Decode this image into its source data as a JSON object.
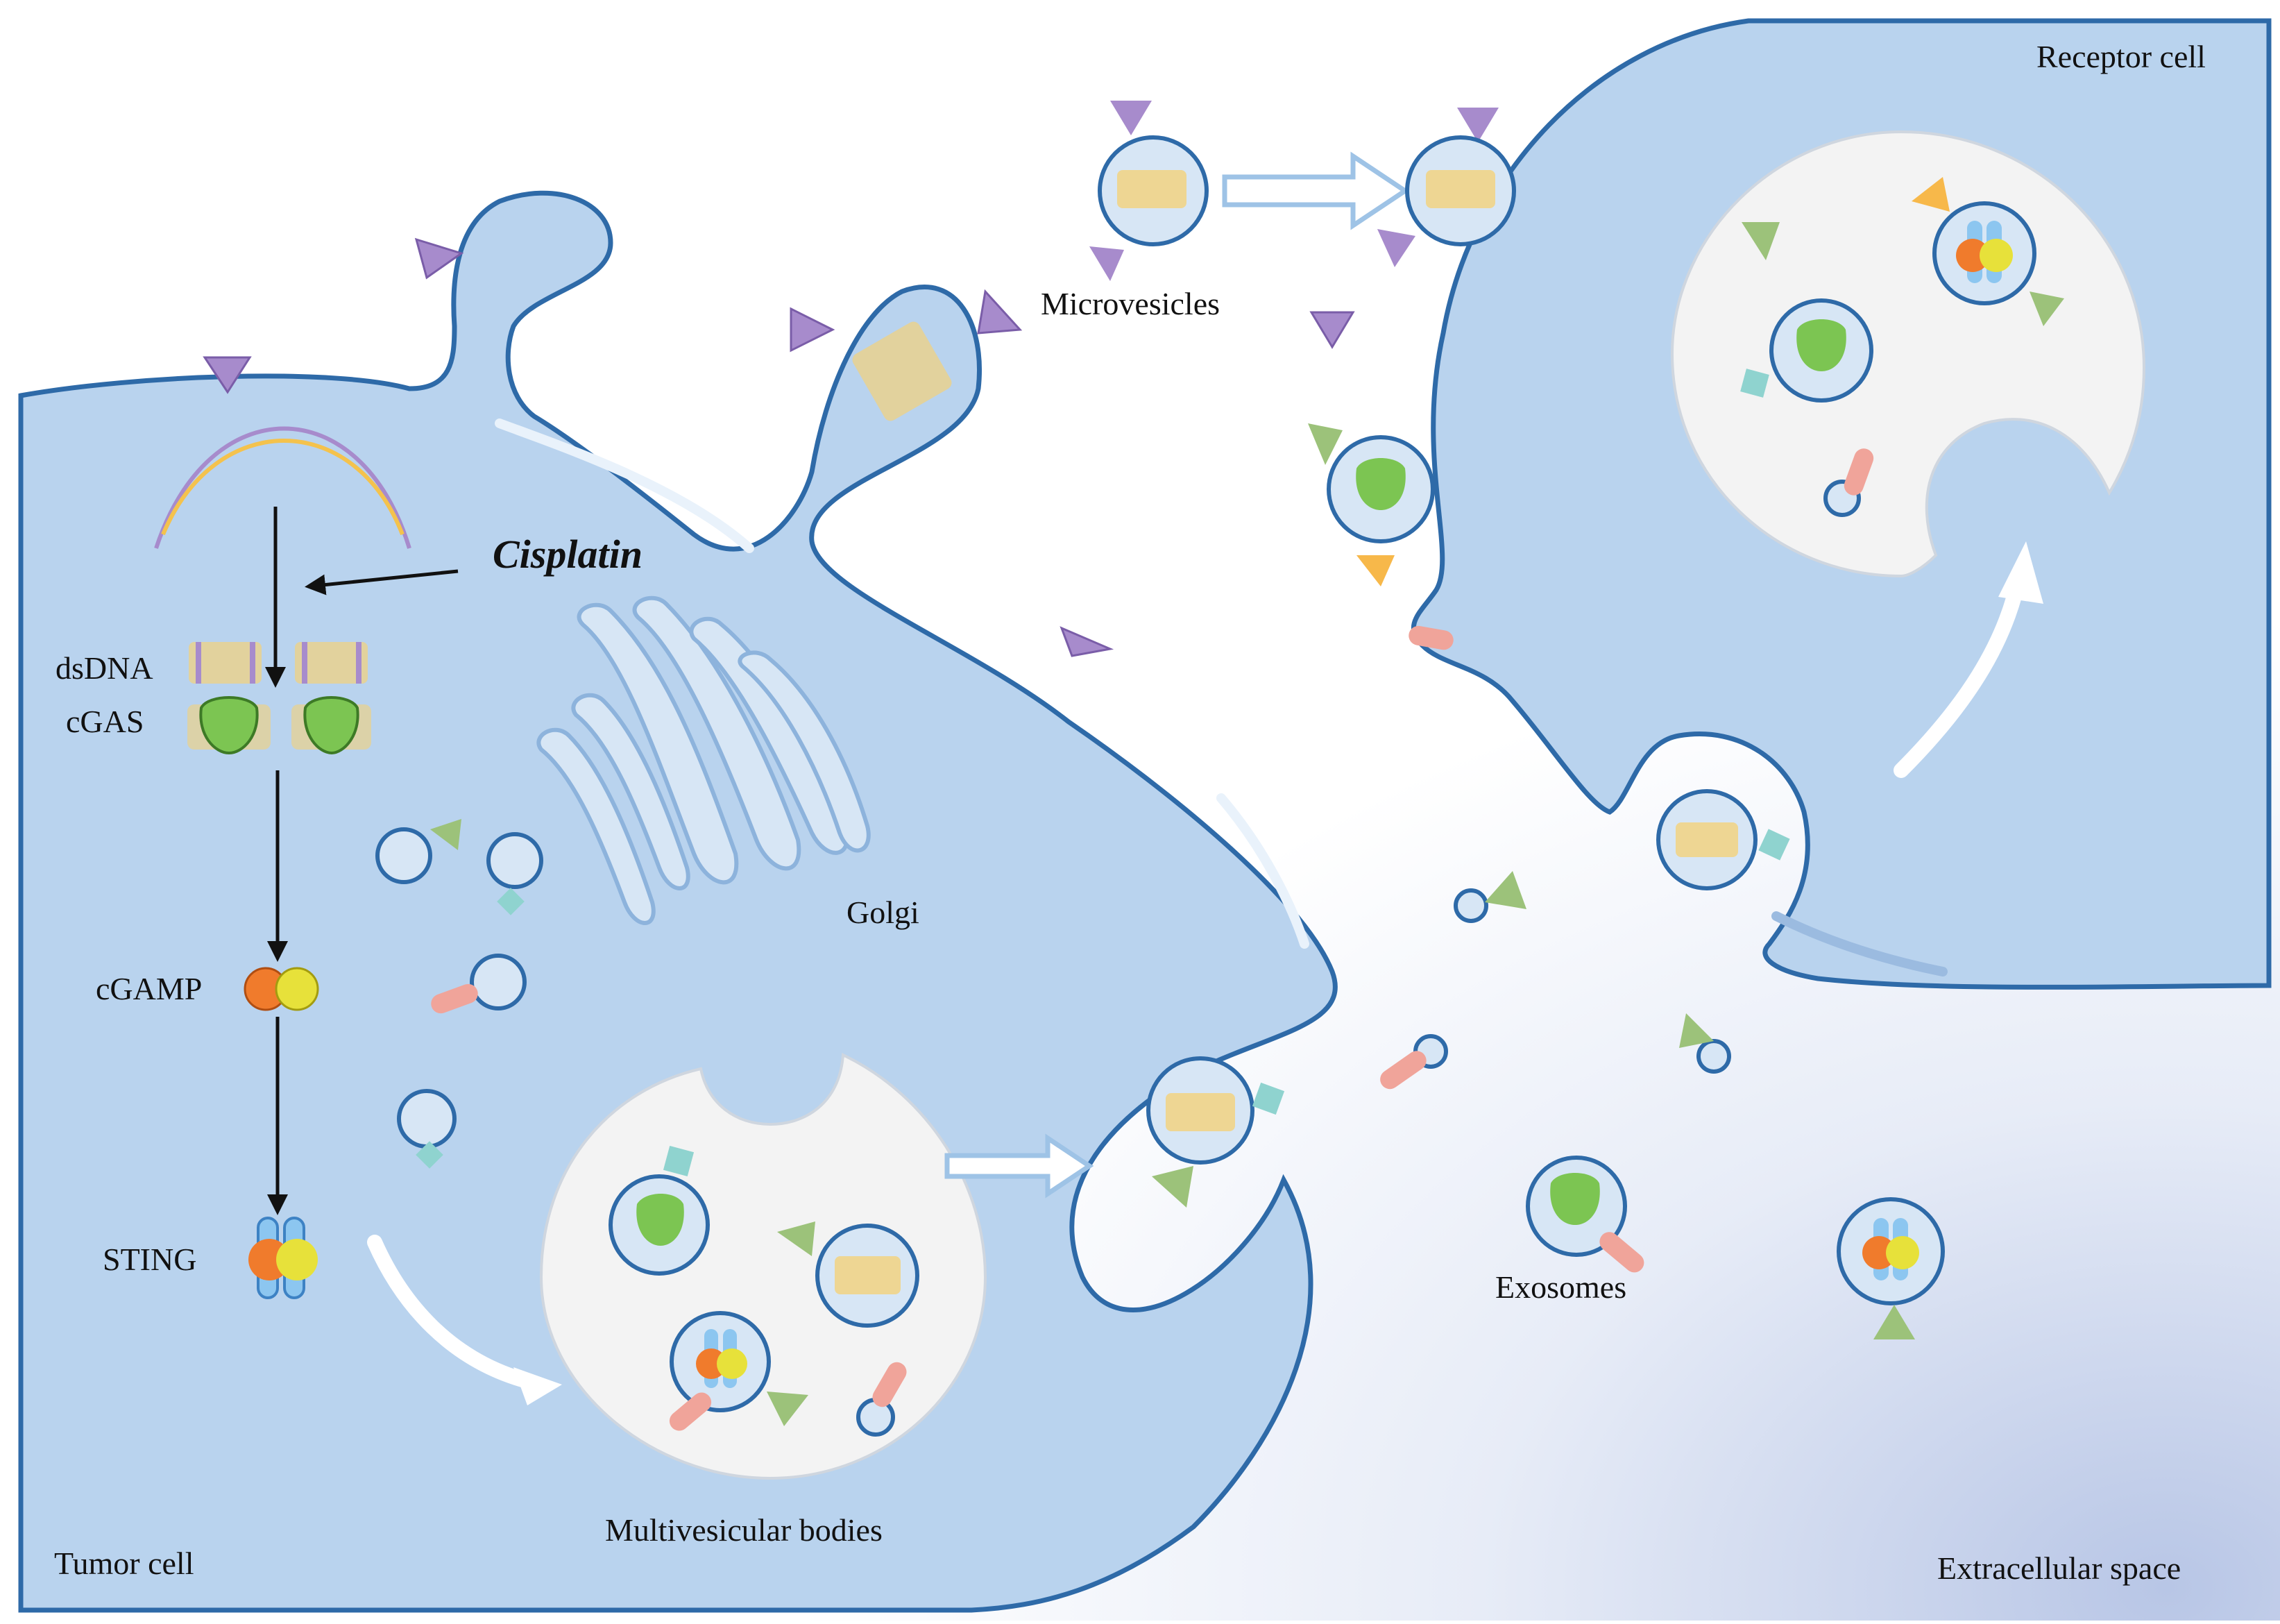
{
  "labels": {
    "receptor_cell": "Receptor cell",
    "microvesicles": "Microvesicles",
    "cisplatin": "Cisplatin",
    "dsdna": "dsDNA",
    "cgas": "cGAS",
    "cgamp": "cGAMP",
    "sting": "STING",
    "golgi": "Golgi",
    "multivesicular_bodies": "Multivesicular bodies",
    "exosomes": "Exosomes",
    "tumor_cell": "Tumor cell",
    "extracellular_space": "Extracellular space"
  },
  "colors": {
    "cell_fill": "#b9d3ee",
    "cell_stroke": "#2e6aa8",
    "mvb_fill": "#f3f3f3",
    "vesicle_fill": "#d7e6f5",
    "purple_marker": "#a78bcc",
    "green_marker": "#9cc27a",
    "orange_marker": "#f7b84a",
    "teal_marker": "#8fd3cf",
    "pink_marker": "#f0a49a",
    "cgas_green": "#7cc552",
    "cgamp_orange": "#f07b2c",
    "cgamp_yellow": "#e7e13a",
    "sting_blue": "#5aa7e0"
  },
  "icons": [
    "dna-helix-icon",
    "cgas-enzyme-icon",
    "cgamp-icon",
    "sting-dimer-icon",
    "triangle-marker-icon",
    "square-marker-icon",
    "rod-marker-icon"
  ]
}
